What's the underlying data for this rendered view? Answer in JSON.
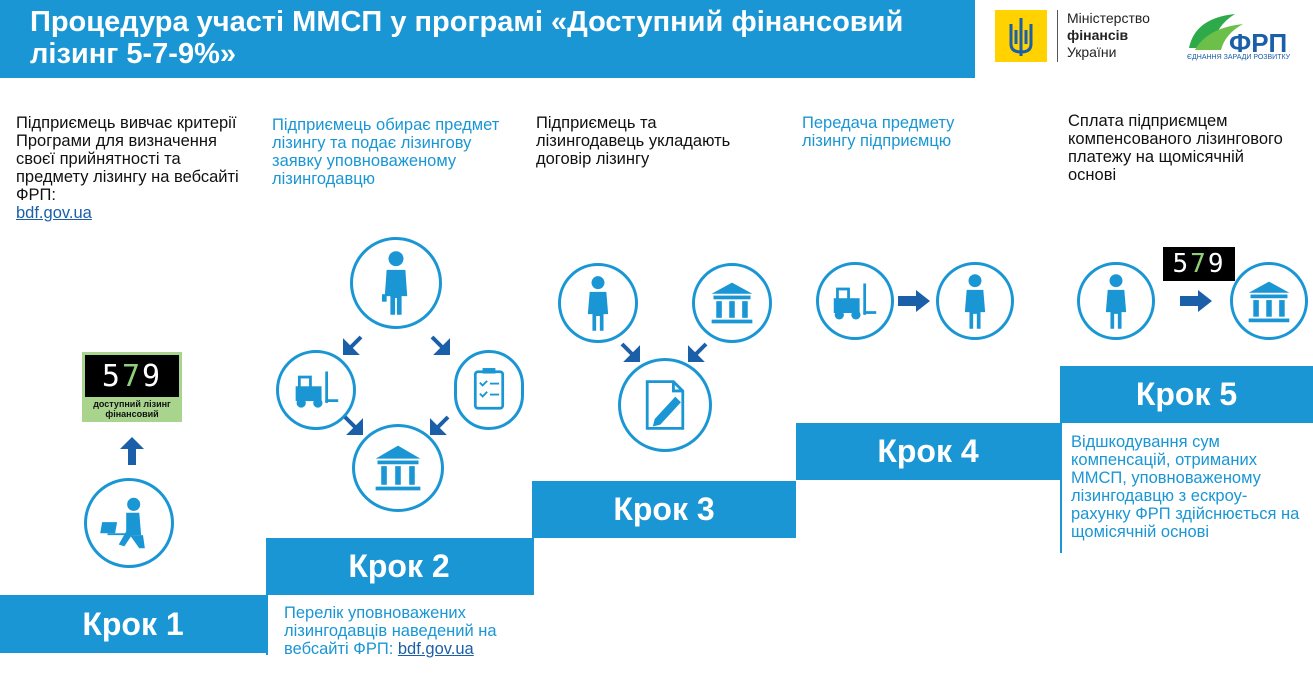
{
  "header": {
    "title": "Процедура участі ММСП у програмі «Доступний фінансовий лізинг 5-7-9%»"
  },
  "logos": {
    "ministry": {
      "line1": "Міністерство",
      "line2": "фінансів",
      "line3": "України"
    },
    "frp": {
      "name": "ФРП",
      "tagline": "ЄДНАННЯ ЗАРАДИ РОЗВИТКУ"
    },
    "program": {
      "number_a": "5",
      "number_b": "7",
      "number_c": "9",
      "line1": "доступний лізинг",
      "line2": "фінансовий"
    },
    "small_579": {
      "a": "5",
      "b": "7",
      "c": "9"
    }
  },
  "steps": [
    {
      "label": "Крок 1",
      "text": "Підприємець вивчає критерії Програми для визначення своєї прийнятності та предмету лізингу на вебсайті ФРП:",
      "link": "bdf.gov.ua"
    },
    {
      "label": "Крок 2",
      "text": "Підприємець обирає предмет лізингу та подає лізингову заявку уповноваженому лізингодавцю",
      "note": "Перелік уповноважених лізингодавців наведений на вебсайті ФРП:",
      "note_link": "bdf.gov.ua"
    },
    {
      "label": "Крок 3",
      "text": "Підприємець та лізингодавець укладають договір лізингу"
    },
    {
      "label": "Крок 4",
      "text": "Передача предмету лізингу підприємцю"
    },
    {
      "label": "Крок 5",
      "text": "Сплата підприємцем компенсованого лізингового платежу на щомісячній основі",
      "note": "Відшкодування сум компенсацій, отриманих ММСП, уповноваженому лізингодавцю з ескроу-рахунку ФРП здійснюється на щомісячній основі"
    }
  ],
  "colors": {
    "accent": "#1a96d4",
    "link": "#1a5fa8",
    "ministry_yellow": "#ffd200",
    "frp_green": "#2eaa4a"
  }
}
